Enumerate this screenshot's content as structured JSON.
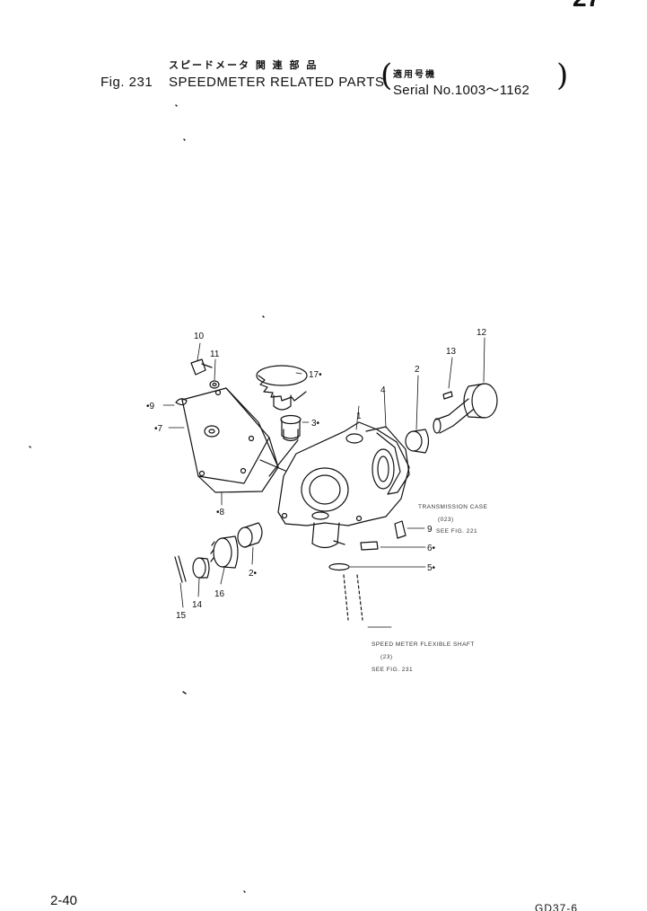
{
  "header": {
    "corner_number": "27",
    "jp_title": "スピードメータ 関 連 部 品",
    "jp_serial": "適用号機",
    "fig_label": "Fig. 231",
    "title": "SPEEDMETER RELATED PARTS",
    "serial": "Serial No.1003～1162"
  },
  "parts": [
    {
      "id": "10",
      "label": "10"
    },
    {
      "id": "11",
      "label": "11"
    },
    {
      "id": "9",
      "label": "•9"
    },
    {
      "id": "7",
      "label": "•7"
    },
    {
      "id": "8",
      "label": "•8"
    },
    {
      "id": "17",
      "label": "17•"
    },
    {
      "id": "3",
      "label": "3•"
    },
    {
      "id": "1",
      "label": "1"
    },
    {
      "id": "4",
      "label": "4"
    },
    {
      "id": "2a",
      "label": "2"
    },
    {
      "id": "13",
      "label": "13"
    },
    {
      "id": "12",
      "label": "12"
    },
    {
      "id": "9b",
      "label": "9"
    },
    {
      "id": "6",
      "label": "6•"
    },
    {
      "id": "5",
      "label": "5•"
    },
    {
      "id": "2b",
      "label": "2•"
    },
    {
      "id": "16",
      "label": "16"
    },
    {
      "id": "14",
      "label": "14"
    },
    {
      "id": "15",
      "label": "15"
    }
  ],
  "notes": {
    "transmission_1": "TRANSMISSION CASE",
    "transmission_2": "(023)",
    "transmission_3": "SEE FIG. 221",
    "flex_1": "SPEED METER FLEXIBLE SHAFT",
    "flex_2": "(23)",
    "flex_3": "SEE FIG. 231"
  },
  "footer": {
    "page": "2-40",
    "model": "GD37-6"
  }
}
